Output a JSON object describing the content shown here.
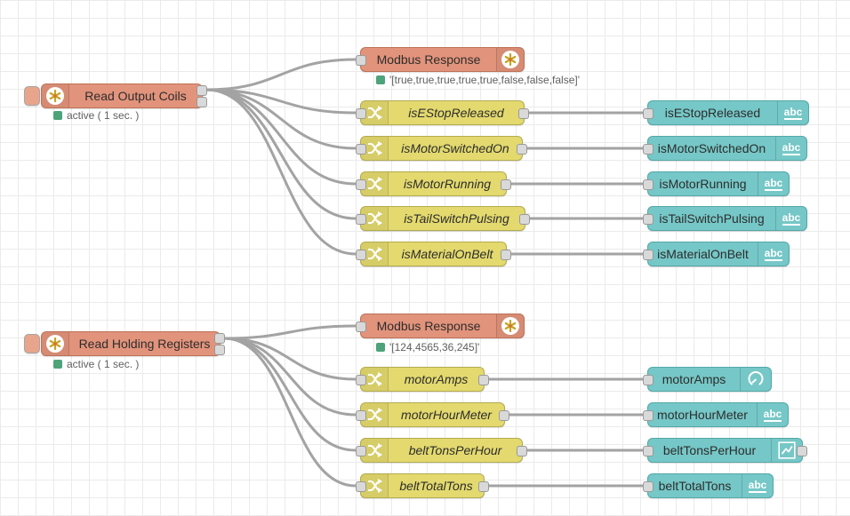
{
  "colors": {
    "modbus_node_fill": "#e2937b",
    "change_node_fill": "#e3d96e",
    "widget_node_fill": "#76c7c7",
    "wire": "#a3a3a3",
    "status_green": "#4da37a"
  },
  "flow1": {
    "reader": {
      "label": "Read Output Coils",
      "status": "active ( 1 sec. )"
    },
    "response": {
      "label": "Modbus Response",
      "status": "'[true,true,true,true,true,false,false,false]'"
    },
    "changes": [
      {
        "label": "isEStopReleased"
      },
      {
        "label": "isMotorSwitchedOn"
      },
      {
        "label": "isMotorRunning"
      },
      {
        "label": "isTailSwitchPulsing"
      },
      {
        "label": "isMaterialOnBelt"
      }
    ],
    "widgets": [
      {
        "label": "isEStopReleased",
        "icon": "text"
      },
      {
        "label": "isMotorSwitchedOn",
        "icon": "text"
      },
      {
        "label": "isMotorRunning",
        "icon": "text"
      },
      {
        "label": "isTailSwitchPulsing",
        "icon": "text"
      },
      {
        "label": "isMaterialOnBelt",
        "icon": "text"
      }
    ]
  },
  "flow2": {
    "reader": {
      "label": "Read Holding Registers",
      "status": "active ( 1 sec. )"
    },
    "response": {
      "label": "Modbus Response",
      "status": "'[124,4565,36,245]'"
    },
    "changes": [
      {
        "label": "motorAmps"
      },
      {
        "label": "motorHourMeter"
      },
      {
        "label": "beltTonsPerHour"
      },
      {
        "label": "beltTotalTons"
      }
    ],
    "widgets": [
      {
        "label": "motorAmps",
        "icon": "gauge"
      },
      {
        "label": "motorHourMeter",
        "icon": "text"
      },
      {
        "label": "beltTonsPerHour",
        "icon": "chart"
      },
      {
        "label": "beltTotalTons",
        "icon": "text"
      }
    ]
  },
  "badge": {
    "text_widget": "abc"
  }
}
